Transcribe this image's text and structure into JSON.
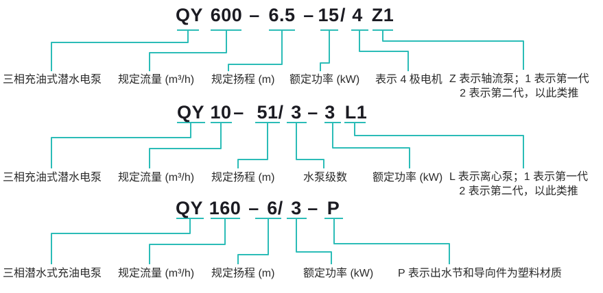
{
  "colors": {
    "accent": "#2bbcb7",
    "model_text": "#1b1b22",
    "label_text": "#2a2a2a",
    "background": "#ffffff"
  },
  "rows": [
    {
      "model": "QY 600 – 6.5 – 15 / 4 Z1",
      "tokens": [
        "QY",
        "600",
        "–",
        "6.5",
        "–",
        "15",
        "/",
        "4",
        "Z1"
      ],
      "labels": [
        "三相充油式潜水电泵",
        "规定流量 (m³/h)",
        "规定扬程 (m)",
        "额定功率 (kW)",
        "表示 4 极电机"
      ],
      "note_line1": "Z 表示轴流泵；1 表示第一代",
      "note_line2": "2 表示第二代，以此类推"
    },
    {
      "model": "QY 10 – 51/ 3 – 3 L1",
      "tokens": [
        "QY",
        "10",
        "–",
        "51/",
        "3",
        "–",
        "3",
        "L1"
      ],
      "labels": [
        "三相充油式潜水电泵",
        "规定流量 (m³/h)",
        "规定扬程 (m)",
        "水泵级数",
        "额定功率 (kW)"
      ],
      "note_line1": "L 表示离心泵；1 表示第一代",
      "note_line2": "2 表示第二代，以此类推"
    },
    {
      "model": "QY 160 – 6/ 3 – P",
      "tokens": [
        "QY",
        "160",
        "–",
        "6/",
        "3",
        "–",
        "P"
      ],
      "labels": [
        "三相潜水式充油电泵",
        "规定流量 (m³/h)",
        "规定扬程 (m)",
        "额定功率 (kW)"
      ],
      "note_line1": "P 表示出水节和导向件为塑料材质"
    }
  ]
}
